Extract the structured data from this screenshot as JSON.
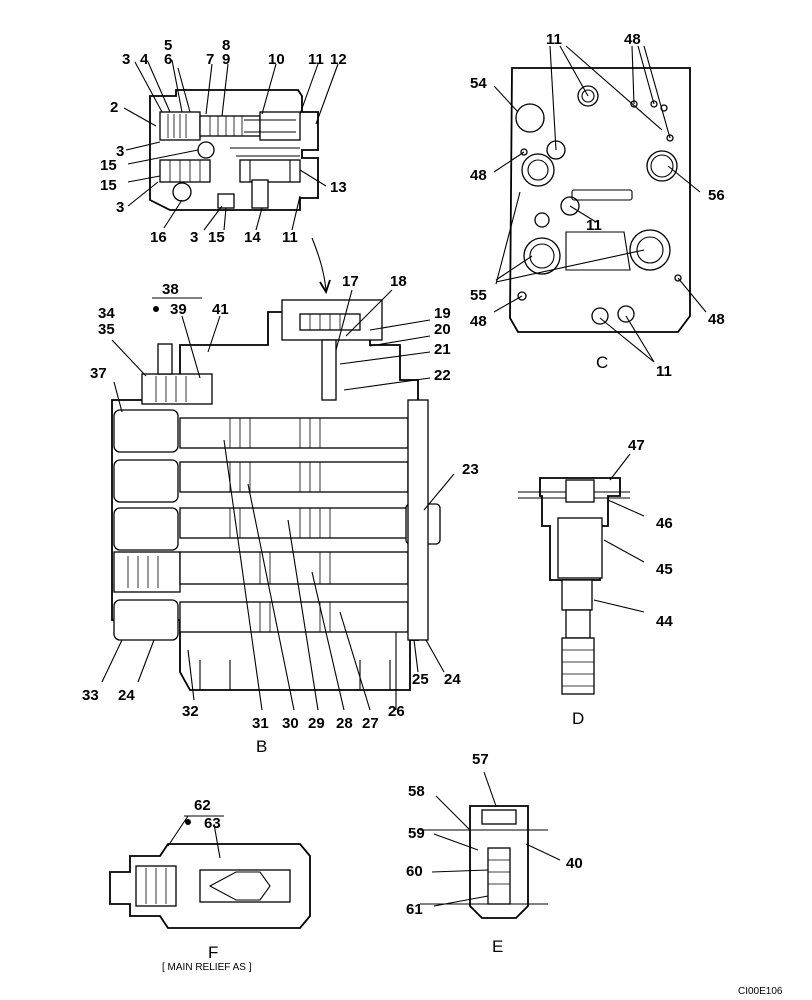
{
  "views": {
    "b": "B",
    "c": "C",
    "d": "D",
    "e": "E",
    "f": "F"
  },
  "notes": {
    "main_relief": "[ MAIN RELIEF AS ]",
    "drawing_code": "CI00E106"
  },
  "callouts": {
    "top": [
      {
        "text": "3"
      },
      {
        "text": "4"
      },
      {
        "text": "5"
      },
      {
        "text": "6"
      },
      {
        "text": "7"
      },
      {
        "text": "8"
      },
      {
        "text": "9"
      },
      {
        "text": "10"
      },
      {
        "text": "11"
      },
      {
        "text": "12"
      },
      {
        "text": "2"
      },
      {
        "text": "3"
      },
      {
        "text": "15"
      },
      {
        "text": "15"
      },
      {
        "text": "3"
      },
      {
        "text": "13"
      },
      {
        "text": "16"
      },
      {
        "text": "3"
      },
      {
        "text": "15"
      },
      {
        "text": "14"
      },
      {
        "text": "11"
      }
    ],
    "view_b": [
      {
        "text": "17"
      },
      {
        "text": "18"
      },
      {
        "text": "38"
      },
      {
        "text": "34"
      },
      {
        "text": "35"
      },
      {
        "text": "39"
      },
      {
        "text": "41"
      },
      {
        "text": "19"
      },
      {
        "text": "20"
      },
      {
        "text": "21"
      },
      {
        "text": "22"
      },
      {
        "text": "37"
      },
      {
        "text": "23"
      },
      {
        "text": "33"
      },
      {
        "text": "24"
      },
      {
        "text": "32"
      },
      {
        "text": "31"
      },
      {
        "text": "30"
      },
      {
        "text": "29"
      },
      {
        "text": "28"
      },
      {
        "text": "27"
      },
      {
        "text": "26"
      },
      {
        "text": "25"
      },
      {
        "text": "24"
      }
    ],
    "view_c": [
      {
        "text": "11"
      },
      {
        "text": "48"
      },
      {
        "text": "54"
      },
      {
        "text": "48"
      },
      {
        "text": "56"
      },
      {
        "text": "11"
      },
      {
        "text": "55"
      },
      {
        "text": "48"
      },
      {
        "text": "48"
      },
      {
        "text": "11"
      }
    ],
    "view_d": [
      {
        "text": "47"
      },
      {
        "text": "46"
      },
      {
        "text": "45"
      },
      {
        "text": "44"
      }
    ],
    "view_e": [
      {
        "text": "57"
      },
      {
        "text": "58"
      },
      {
        "text": "59"
      },
      {
        "text": "40"
      },
      {
        "text": "60"
      },
      {
        "text": "61"
      }
    ],
    "view_f": [
      {
        "text": "62"
      },
      {
        "text": "63"
      }
    ]
  }
}
